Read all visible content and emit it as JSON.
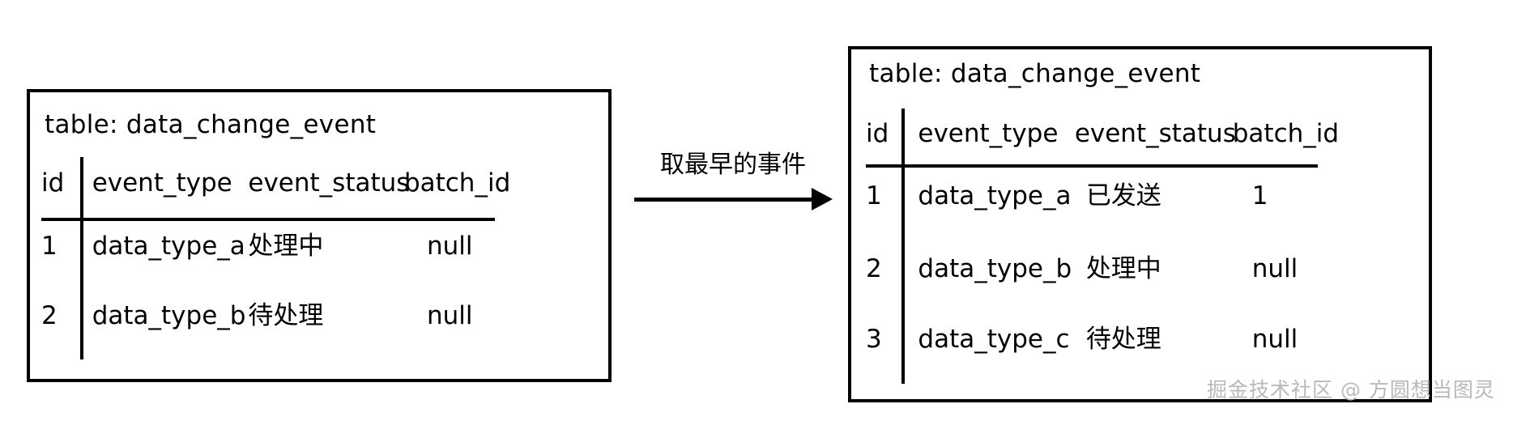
{
  "diagram": {
    "type": "table-transition-diagram",
    "arrow": {
      "label": "取最早的事件",
      "direction": "left-to-right",
      "icon": "arrow-right-icon"
    },
    "watermark": "掘金技术社区 @ 方圆想当图灵",
    "colors": {
      "header_text": "#FF0000",
      "body_text": "#000000",
      "highlight_status": "#15C8CB",
      "border": "#000000",
      "background": "#FFFFFF",
      "watermark": "#B9B9B9"
    }
  },
  "left_table": {
    "caption": "table: data_change_event",
    "columns": [
      "id",
      "event_type",
      "event_status",
      "batch_id"
    ],
    "rows": [
      {
        "id": "1",
        "event_type": "data_type_a",
        "event_status": "处理中",
        "event_status_color": "#15C8CB",
        "batch_id": "null"
      },
      {
        "id": "2",
        "event_type": "data_type_b",
        "event_status": "待处理",
        "event_status_color": "#000000",
        "batch_id": "null"
      }
    ]
  },
  "right_table": {
    "caption": "table: data_change_event",
    "columns": [
      "id",
      "event_type",
      "event_status",
      "batch_id"
    ],
    "rows": [
      {
        "id": "1",
        "event_type": "data_type_a",
        "event_status": "已发送",
        "event_status_color": "#000000",
        "batch_id": "1"
      },
      {
        "id": "2",
        "event_type": "data_type_b",
        "event_status": "处理中",
        "event_status_color": "#15C8CB",
        "batch_id": "null"
      },
      {
        "id": "3",
        "event_type": "data_type_c",
        "event_status": "待处理",
        "event_status_color": "#000000",
        "batch_id": "null"
      }
    ]
  }
}
